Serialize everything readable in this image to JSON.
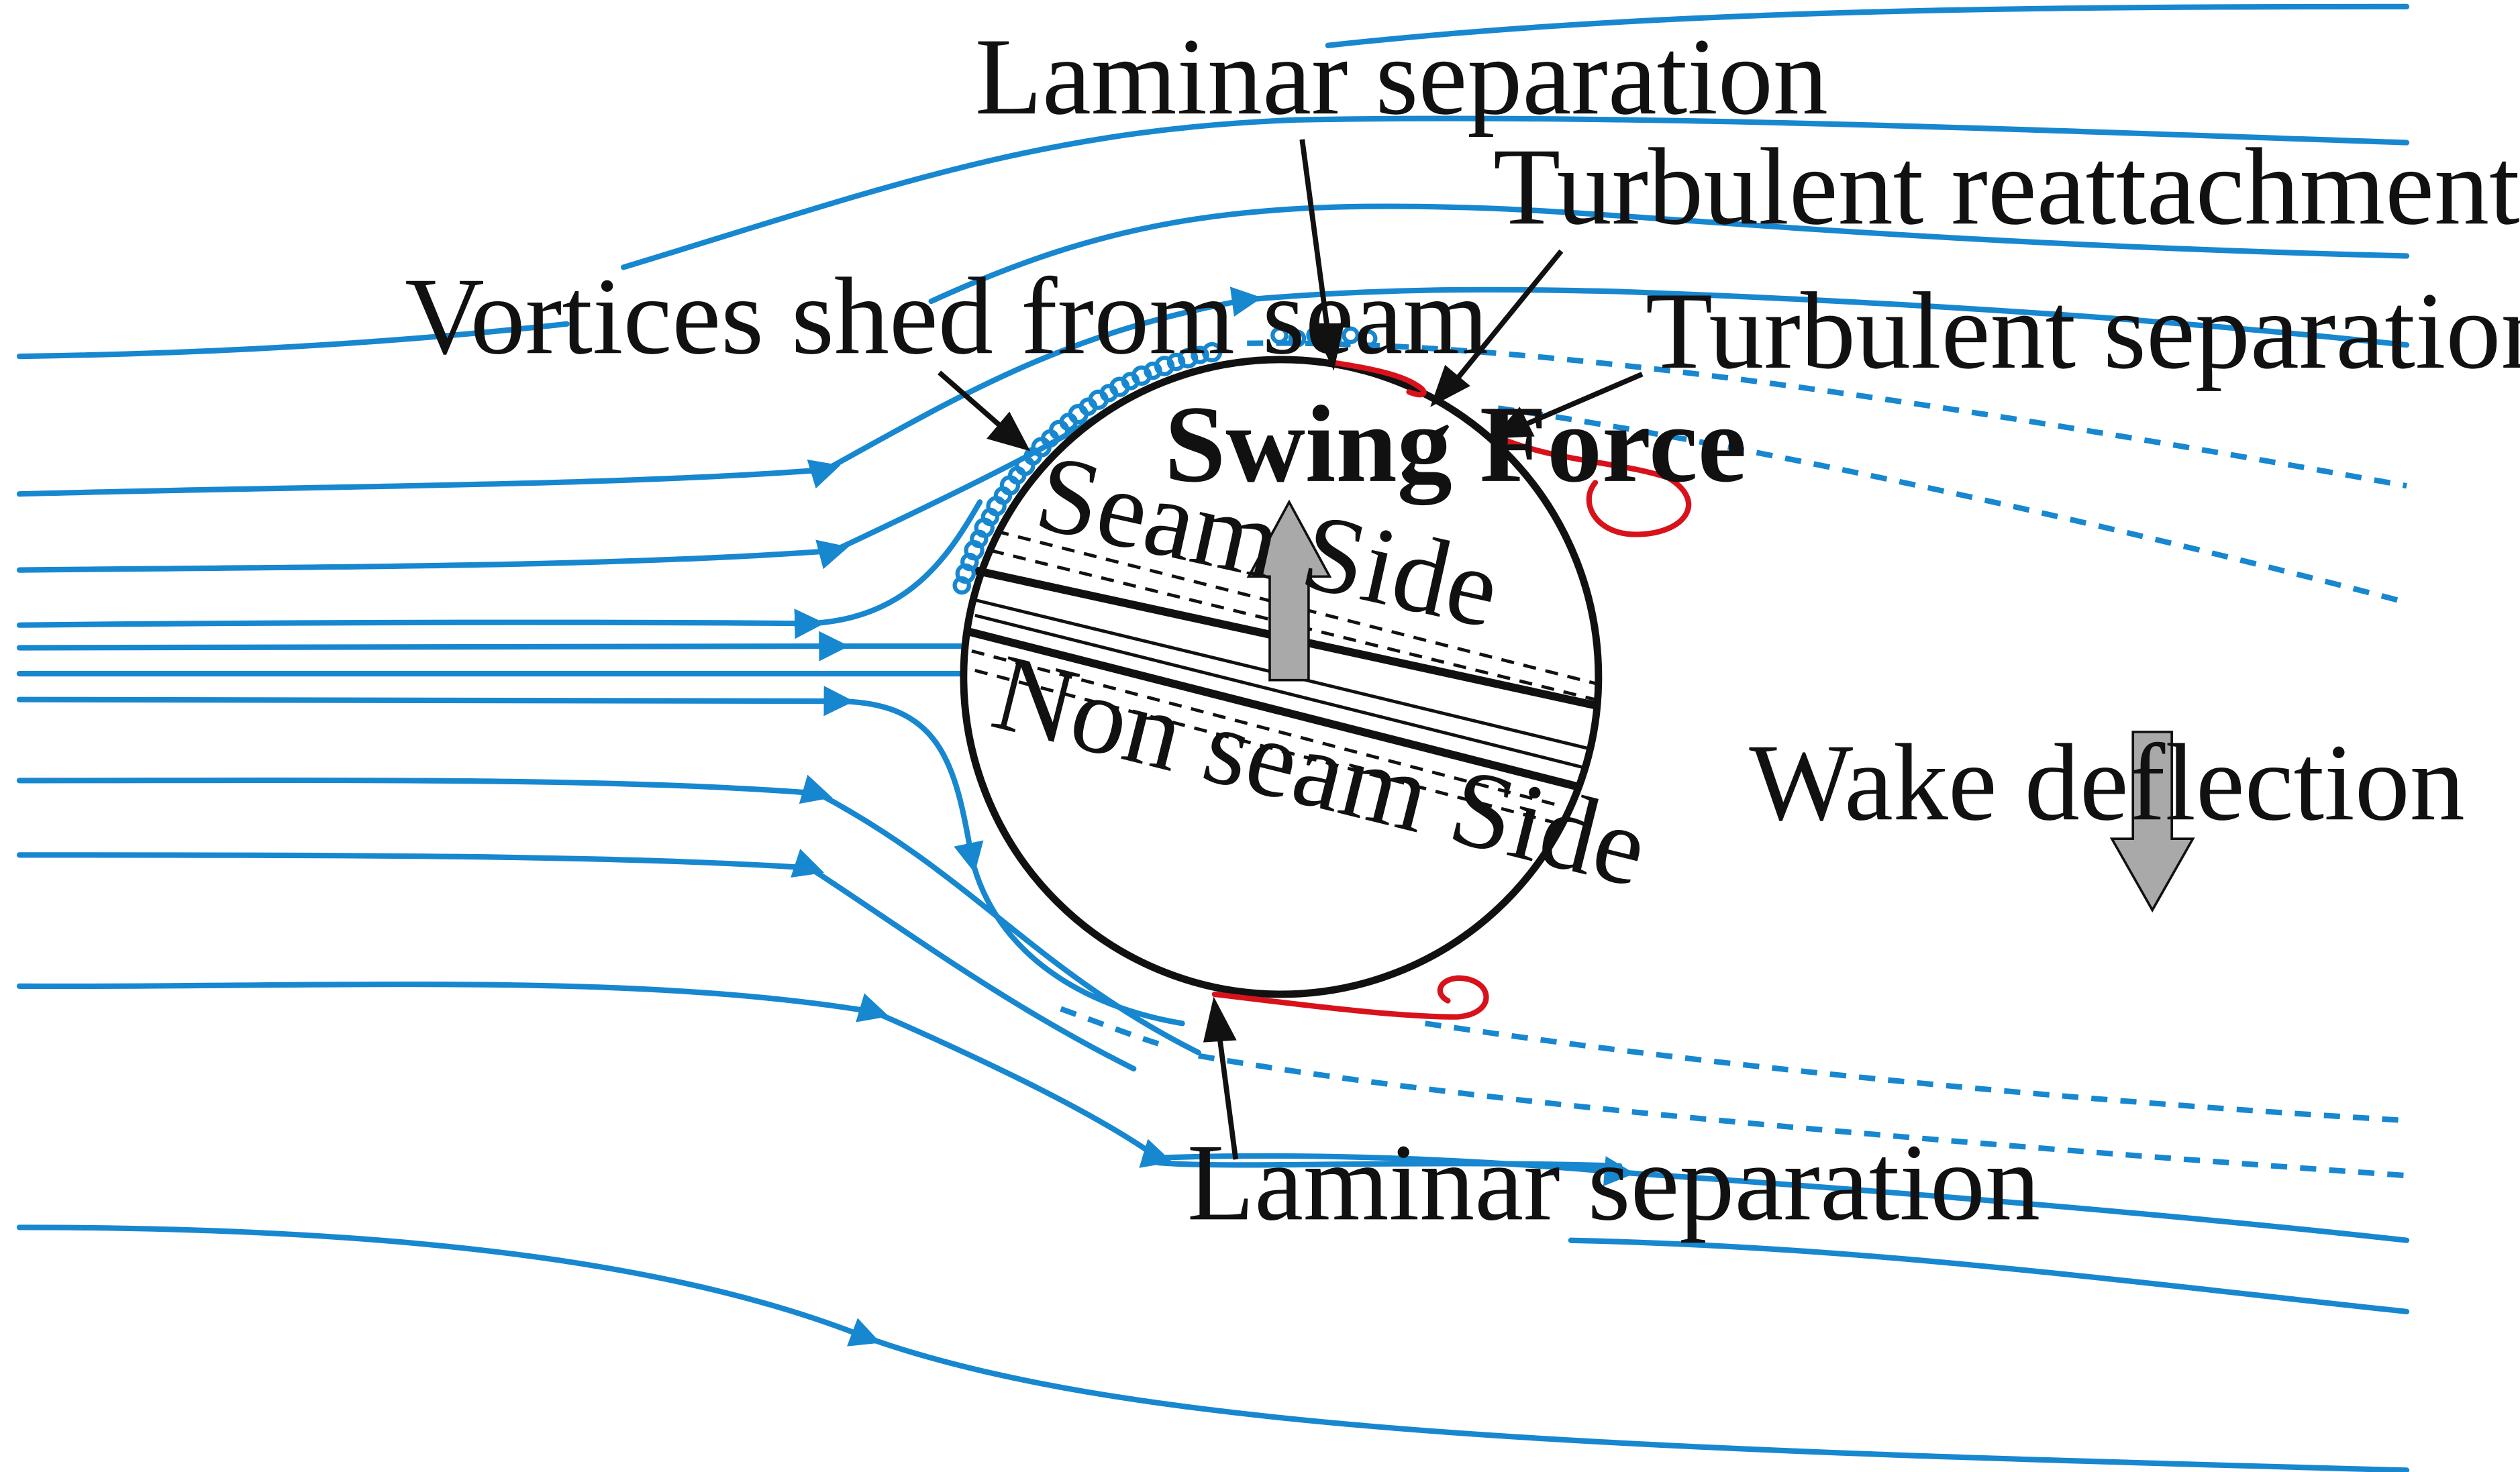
{
  "labels": {
    "laminar_separation_top": "Laminar separation",
    "turbulent_reattachment": "Turbulent reattachment",
    "turbulent_separation": "Turbulent separation",
    "vortices_shed": "Vortices shed from seam",
    "swing_force": "Swing Force",
    "seam_side": "Seam Side",
    "non_seam_side": "Non seam Side",
    "wake_deflection": "Wake deflection",
    "laminar_separation_bottom": "Laminar separation"
  },
  "colors": {
    "streamline": "#1787D0",
    "separation_bubble": "#D8121B",
    "ball_outline": "#111111",
    "force_arrow": "#A9A9A9"
  }
}
